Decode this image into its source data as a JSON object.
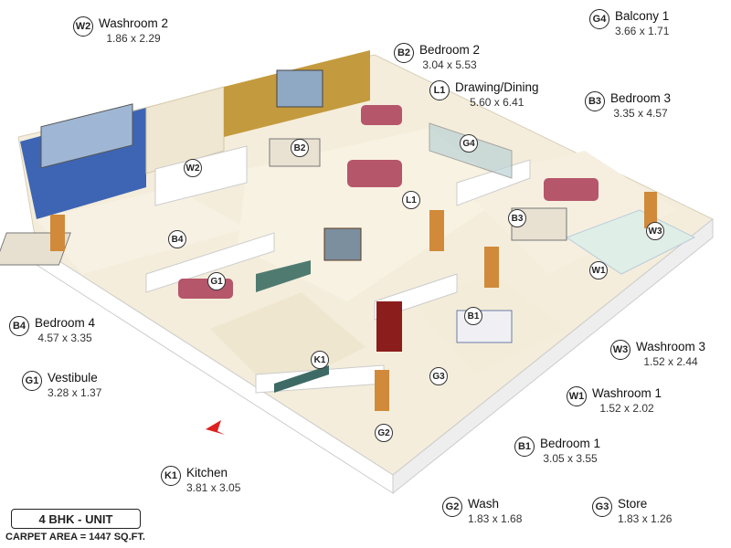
{
  "unit_title": "4 BHK - UNIT",
  "carpet_area": "CARPET AREA = 1447 SQ.FT.",
  "legend": [
    {
      "code": "W2",
      "name": "Washroom 2",
      "dims": "1.86 x 2.29"
    },
    {
      "code": "G4",
      "name": "Balcony 1",
      "dims": "3.66 x 1.71"
    },
    {
      "code": "B2",
      "name": "Bedroom 2",
      "dims": "3.04 x 5.53"
    },
    {
      "code": "L1",
      "name": "Drawing/Dining",
      "dims": "5.60 x 6.41"
    },
    {
      "code": "B3",
      "name": "Bedroom 3",
      "dims": "3.35 x 4.57"
    },
    {
      "code": "B4",
      "name": "Bedroom 4",
      "dims": "4.57 x 3.35"
    },
    {
      "code": "G1",
      "name": "Vestibule",
      "dims": "3.28 x 1.37"
    },
    {
      "code": "W3",
      "name": "Washroom 3",
      "dims": "1.52 x 2.44"
    },
    {
      "code": "W1",
      "name": "Washroom 1",
      "dims": "1.52 x 2.02"
    },
    {
      "code": "B1",
      "name": "Bedroom 1",
      "dims": "3.05 x 3.55"
    },
    {
      "code": "K1",
      "name": "Kitchen",
      "dims": "3.81 x 3.05"
    },
    {
      "code": "G2",
      "name": "Wash",
      "dims": "1.83 x 1.68"
    },
    {
      "code": "G3",
      "name": "Store",
      "dims": "1.83 x 1.26"
    }
  ],
  "plan_markers": [
    "W2",
    "B2",
    "G4",
    "L1",
    "B3",
    "W3",
    "B4",
    "G1",
    "W1",
    "B1",
    "K1",
    "G3",
    "G2"
  ],
  "colors": {
    "wall": "#ffffff",
    "floor": "#f3ecd8",
    "accent_blue": "#3e65b4",
    "accent_gold": "#b08a3a",
    "sofa": "#b5566b",
    "entry_arrow": "#e02020"
  }
}
